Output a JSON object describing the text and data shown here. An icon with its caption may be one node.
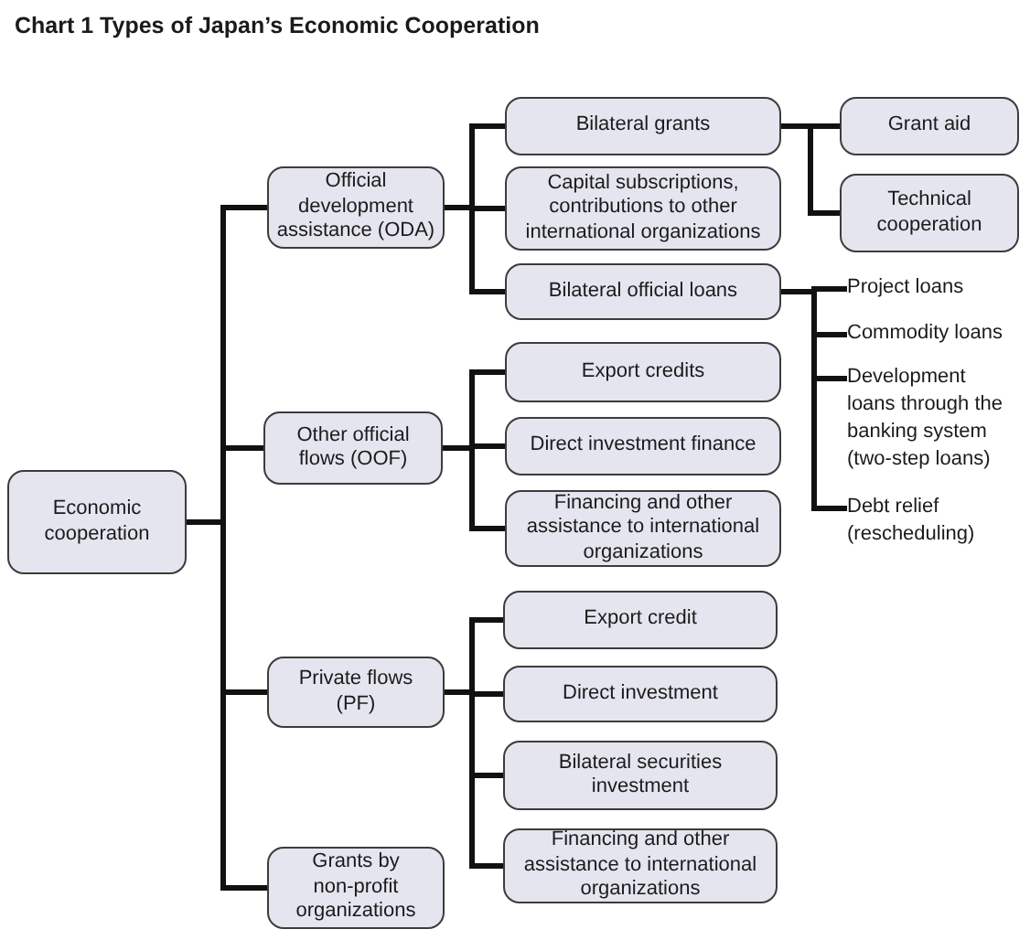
{
  "diagram": {
    "title": "Chart 1 Types of Japan’s Economic Cooperation",
    "nodes": [
      {
        "text": [
          "Economic cooperation"
        ]
      },
      {
        "text": [
          "Official development assistance (ODA)"
        ]
      },
      {
        "text": [
          "Other official flows (OOF)"
        ]
      },
      {
        "text": [
          "Private flows (PF)"
        ]
      },
      {
        "text": [
          "Grants by non-profit organizations"
        ]
      },
      {
        "text": [
          "Bilateral grants"
        ]
      },
      {
        "text": [
          "Capital subscriptions, contributions to other international organizations"
        ]
      },
      {
        "text": [
          "Bilateral official loans"
        ]
      },
      {
        "text": [
          "Export credits"
        ]
      },
      {
        "text": [
          "Direct investment finance"
        ]
      },
      {
        "text": [
          "Financing and other assistance to international organizations"
        ]
      },
      {
        "text": [
          "Export credit"
        ]
      },
      {
        "text": [
          "Direct investment"
        ]
      },
      {
        "text": [
          "Bilateral securities investment"
        ]
      },
      {
        "text": [
          "Financing and other assistance to international organizations"
        ]
      },
      {
        "text": [
          "Grant aid"
        ]
      },
      {
        "text": [
          "Technical cooperation"
        ]
      },
      {
        "text": [
          "Project loans"
        ]
      },
      {
        "text": [
          "Commodity loans"
        ]
      },
      {
        "text": [
          "Development loans through the banking system (two-step loans)"
        ]
      },
      {
        "text": [
          "Debt relief (rescheduling)"
        ]
      }
    ],
    "edges": [
      {
        "from": 0,
        "to": 1,
        "arrow": "none"
      },
      {
        "from": 0,
        "to": 2,
        "arrow": "none"
      },
      {
        "from": 0,
        "to": 3,
        "arrow": "none"
      },
      {
        "from": 0,
        "to": 4,
        "arrow": "none"
      },
      {
        "from": 1,
        "to": 5,
        "arrow": "none"
      },
      {
        "from": 1,
        "to": 6,
        "arrow": "none"
      },
      {
        "from": 1,
        "to": 7,
        "arrow": "none"
      },
      {
        "from": 5,
        "to": 15,
        "arrow": "none"
      },
      {
        "from": 5,
        "to": 16,
        "arrow": "none"
      },
      {
        "from": 7,
        "to": 17,
        "arrow": "none"
      },
      {
        "from": 7,
        "to": 18,
        "arrow": "none"
      },
      {
        "from": 7,
        "to": 19,
        "arrow": "none"
      },
      {
        "from": 7,
        "to": 20,
        "arrow": "none"
      },
      {
        "from": 2,
        "to": 8,
        "arrow": "none"
      },
      {
        "from": 2,
        "to": 9,
        "arrow": "none"
      },
      {
        "from": 2,
        "to": 10,
        "arrow": "none"
      },
      {
        "from": 3,
        "to": 11,
        "arrow": "none"
      },
      {
        "from": 3,
        "to": 12,
        "arrow": "none"
      },
      {
        "from": 3,
        "to": 13,
        "arrow": "none"
      },
      {
        "from": 3,
        "to": 14,
        "arrow": "none"
      }
    ]
  }
}
